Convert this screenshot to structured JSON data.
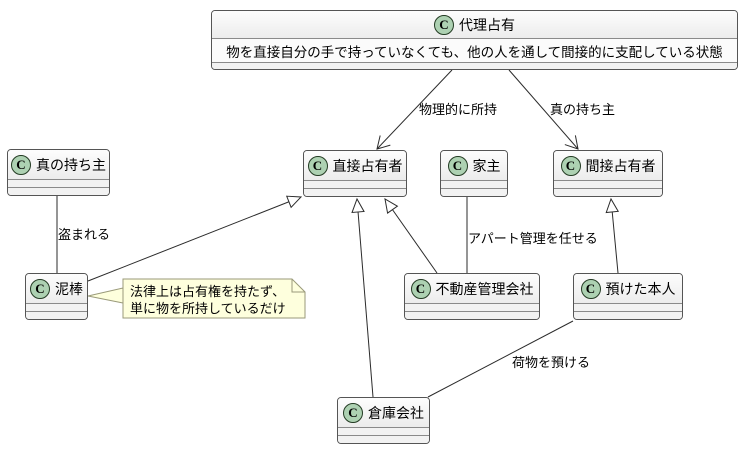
{
  "diagram_type": "uml-class-diagram",
  "class_icon": {
    "letter": "C"
  },
  "nodes": {
    "proxy": {
      "title": "代理占有",
      "description": "物を直接自分の手で持っていなくても、他の人を通して間接的に支配している状態"
    },
    "true_owner": {
      "title": "真の持ち主"
    },
    "direct": {
      "title": "直接占有者"
    },
    "landlord": {
      "title": "家主"
    },
    "indirect": {
      "title": "間接占有者"
    },
    "thief": {
      "title": "泥棒"
    },
    "realestate": {
      "title": "不動産管理会社"
    },
    "depositor": {
      "title": "預けた本人"
    },
    "warehouse": {
      "title": "倉庫会社"
    }
  },
  "edge_labels": {
    "physical": "物理的に所持",
    "true_owner": "真の持ち主",
    "stolen": "盗まれる",
    "apartment": "アパート管理を任せる",
    "luggage": "荷物を預ける"
  },
  "note": {
    "line1": "法律上は占有権を持たず、",
    "line2": "単に物を所持しているだけ"
  },
  "colors": {
    "node_border": "#555555",
    "sep": "#8a8a8a",
    "node_bg": "#f6f6f6",
    "title_grad_top": "#fdfdfd",
    "title_grad_bottom": "#ececec",
    "icon_bg": "#ADD1B2",
    "icon_border": "#233b23",
    "note_bg": "#FEFFDD",
    "note_border": "#9a9a7a",
    "line": "#2b2b2b",
    "text": "#000000"
  }
}
